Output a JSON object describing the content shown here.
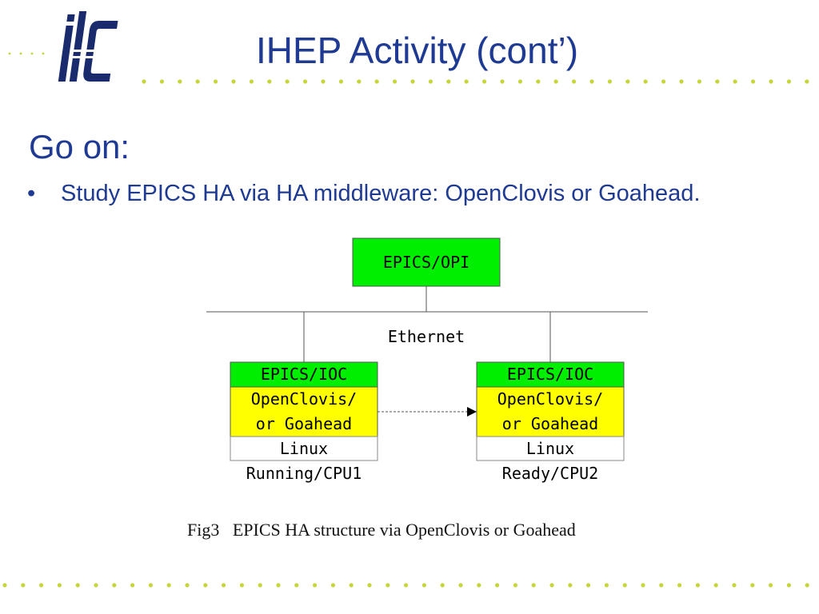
{
  "colors": {
    "title_blue": "#1f3a93",
    "logo_navy": "#1a2b6d",
    "dot_green": "#c6d53a",
    "box_green": "#00ee00",
    "box_yellow": "#ffff00"
  },
  "logo": {
    "icon": "ilc-logo-icon",
    "text": "ilc"
  },
  "title": "IHEP Activity (cont’)",
  "heading": "Go on:",
  "bullet": {
    "symbol": "•",
    "text": "Study EPICS HA via HA middleware: OpenClovis or Goahead."
  },
  "diagram": {
    "opi": "EPICS/OPI",
    "network": "Ethernet",
    "left_node": {
      "ioc": "EPICS/IOC",
      "middleware_line1": "OpenClovis/",
      "middleware_line2": "or Goahead",
      "os": "Linux",
      "state": "Running/CPU1"
    },
    "right_node": {
      "ioc": "EPICS/IOC",
      "middleware_line1": "OpenClovis/",
      "middleware_line2": "or Goahead",
      "os": "Linux",
      "state": "Ready/CPU2"
    }
  },
  "caption": "Fig3   EPICS HA structure via OpenClovis or Goahead"
}
